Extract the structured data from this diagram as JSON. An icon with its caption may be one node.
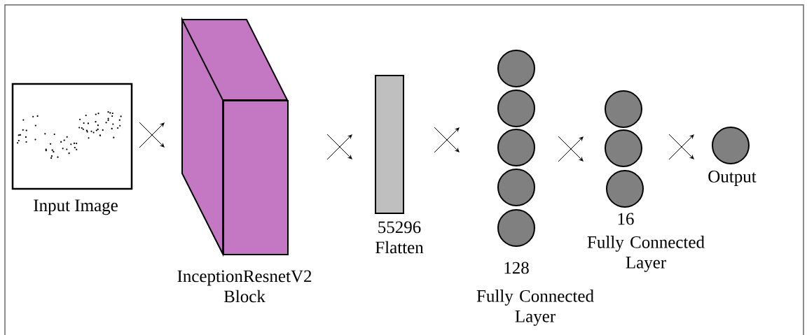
{
  "diagram": {
    "nodes": [
      {
        "text": [
          "Input Image"
        ]
      },
      {
        "text": [
          "InceptionResnetV2 Block"
        ]
      },
      {
        "text": [
          "55296 Flatten"
        ]
      },
      {
        "text": [],
        "shape": "circle"
      },
      {
        "text": [],
        "shape": "circle"
      },
      {
        "text": [],
        "shape": "circle"
      },
      {
        "text": [],
        "shape": "circle"
      },
      {
        "text": [],
        "shape": "circle"
      },
      {
        "text": [],
        "shape": "circle"
      },
      {
        "text": [],
        "shape": "circle"
      },
      {
        "text": [],
        "shape": "circle"
      },
      {
        "text": [],
        "shape": "circle"
      }
    ],
    "labels": [
      "128",
      "Fully Connected Layer",
      "16",
      "Fully Connected Layer",
      "Output"
    ]
  }
}
